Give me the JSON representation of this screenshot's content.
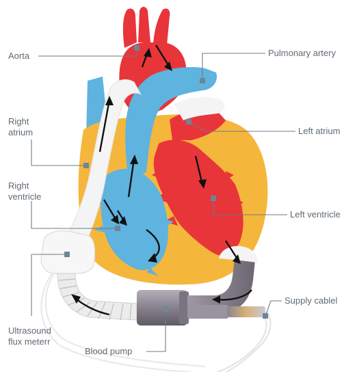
{
  "labels": {
    "aorta": "Aorta",
    "pulmonary_artery": "Pulmonary artery",
    "left_atrium": "Left atrium",
    "right_atrium_1": "Right",
    "right_atrium_2": "atrium",
    "right_ventricle_1": "Right",
    "right_ventricle_2": "ventricle",
    "left_ventricle": "Left ventricle",
    "ultrasound_1": "Ultrasound",
    "ultrasound_2": "flux meterr",
    "blood_pump": "Blood pump",
    "supply_cable": "Supply cablel"
  },
  "colors": {
    "label_text": "#5f6a73",
    "leader_line": "#6d7a86",
    "marker": "#6d8696",
    "pericardium": "#f5b63c",
    "arterial_red": "#e8353a",
    "venous_blue": "#5fb3df",
    "cannula_white": "#f4f4f4",
    "pump_grey": "#8a8590"
  }
}
